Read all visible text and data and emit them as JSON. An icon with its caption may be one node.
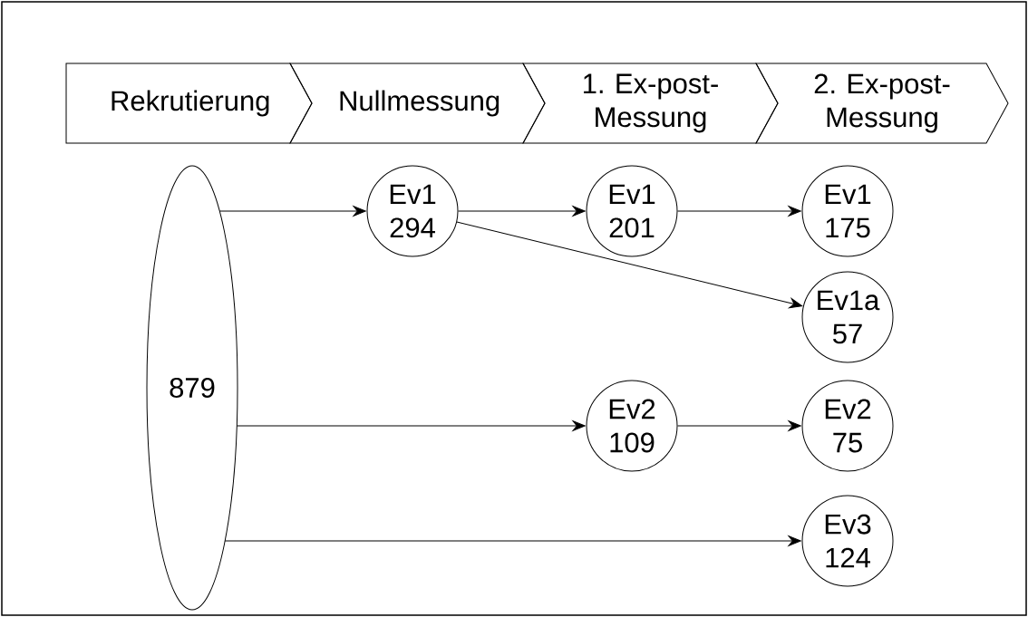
{
  "diagram": {
    "nodes": [
      {
        "text": [
          "Rekrutierung"
        ]
      },
      {
        "text": [
          "Nullmessung"
        ]
      },
      {
        "text": [
          "1. Ex-post- Messung"
        ]
      },
      {
        "text": [
          "2. Ex-post- Messung"
        ]
      },
      {
        "text": [
          "879"
        ]
      },
      {
        "text": [
          "Ev1",
          "294"
        ]
      },
      {
        "text": [
          "Ev1",
          "201"
        ]
      },
      {
        "text": [
          "Ev1",
          "175"
        ]
      },
      {
        "text": [
          "Ev1a",
          "57"
        ]
      },
      {
        "text": [
          "Ev2",
          "109"
        ]
      },
      {
        "text": [
          "Ev2",
          "75"
        ]
      },
      {
        "text": [
          "Ev3",
          "124"
        ]
      }
    ],
    "edges": [
      {
        "from": 4,
        "to": 5,
        "arrow": "to"
      },
      {
        "from": 5,
        "to": 6,
        "arrow": "to"
      },
      {
        "from": 6,
        "to": 7,
        "arrow": "to"
      },
      {
        "from": 5,
        "to": 8,
        "arrow": "to"
      },
      {
        "from": 4,
        "to": 9,
        "arrow": "to"
      },
      {
        "from": 9,
        "to": 10,
        "arrow": "to"
      },
      {
        "from": 4,
        "to": 11,
        "arrow": "to"
      }
    ]
  }
}
